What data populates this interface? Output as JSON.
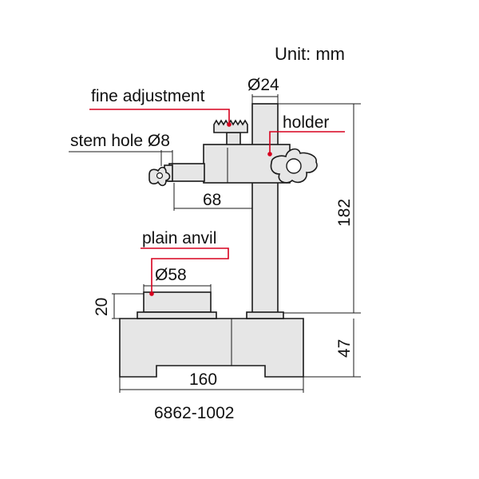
{
  "unit_label": "Unit: mm",
  "model_number": "6862-1002",
  "labels": {
    "fine_adjustment": "fine adjustment",
    "holder": "holder",
    "stem_hole": "stem hole Ø8",
    "plain_anvil": "plain anvil"
  },
  "dimensions": {
    "column_diameter": "Ø24",
    "anvil_diameter": "Ø58",
    "arm_reach": "68",
    "total_height": "182",
    "base_height": "47",
    "anvil_height": "20",
    "base_width": "160"
  },
  "colors": {
    "leader": "#d7001e",
    "part_fill": "#e6e6e6",
    "outline": "#1a1a1a"
  }
}
